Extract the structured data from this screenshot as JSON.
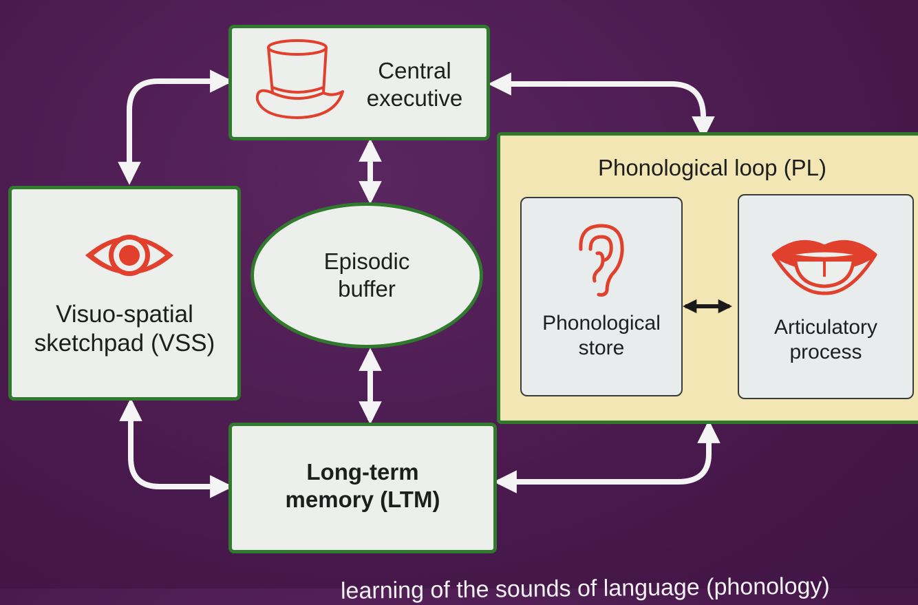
{
  "nodes": {
    "central_executive": "Central\nexecutive",
    "episodic_buffer": "Episodic\nbuffer",
    "vss": "Visuo-spatial\nsketchpad (VSS)",
    "ltm": "Long-term\nmemory (LTM)",
    "pl_title": "Phonological loop (PL)",
    "phonological_store": "Phonological\nstore",
    "articulatory_process": "Articulatory\nprocess"
  },
  "icons": [
    "top-hat-icon",
    "eye-icon",
    "ear-icon",
    "tongue-mouth-icon"
  ],
  "colors": {
    "background": "#4a1a4e",
    "box_border": "#2f7a2c",
    "box_fill": "#ecefeb",
    "loop_fill": "#f1e6b4",
    "icon": "#e0402c",
    "arrows": "#f4f4f4"
  },
  "footer_text": "learning of the sounds of language (phonology)"
}
